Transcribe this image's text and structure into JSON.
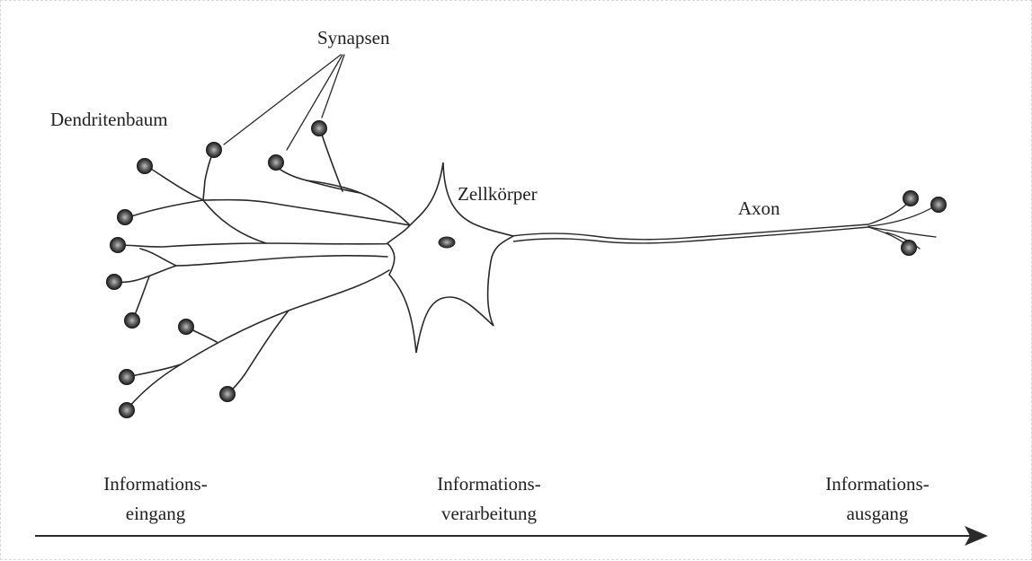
{
  "labels": {
    "synapsen": "Synapsen",
    "dendritenbaum": "Dendritenbaum",
    "zellkoerper": "Zellkörper",
    "axon": "Axon"
  },
  "stages": [
    {
      "line1": "Informations-",
      "line2": "eingang"
    },
    {
      "line1": "Informations-",
      "line2": "verarbeitung"
    },
    {
      "line1": "Informations-",
      "line2": "ausgang"
    }
  ],
  "colors": {
    "stroke": "#2a2a2a",
    "synapse_fill": "#555555",
    "background": "#ffffff"
  }
}
